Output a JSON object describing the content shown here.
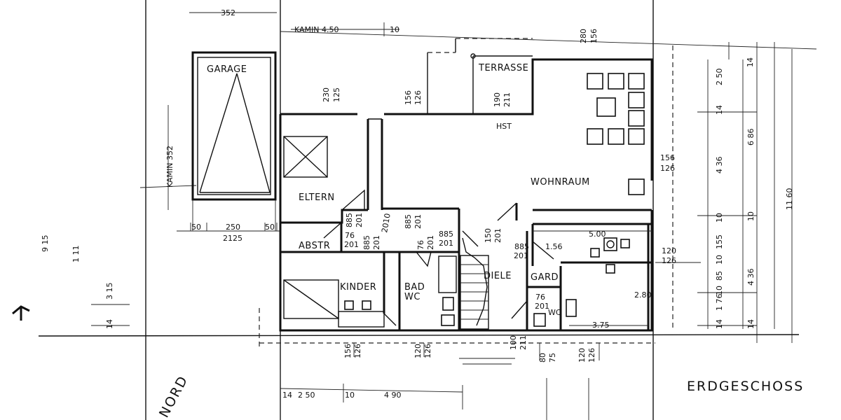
{
  "plan": {
    "title": "ERDGESCHOSS",
    "north": "NORD",
    "rooms": {
      "garage": "GARAGE",
      "terrasse": "TERRASSE",
      "eltern": "ELTERN",
      "wohnraum": "WOHNRAUM",
      "abstr": "ABSTR",
      "kinder": "KINDER",
      "bad": "BAD",
      "wc": "WC",
      "diele": "DIELE",
      "gard": "GARD",
      "wc2": "WC",
      "hst": "HST"
    },
    "dims_top": {
      "kamin": "KAMIN 4.50",
      "d352": "352",
      "d10": "10",
      "d280": "280",
      "d156a": "156",
      "d230": "230",
      "d125": "125",
      "d156b": "156",
      "d126a": "126",
      "d190": "190",
      "d211": "211"
    },
    "dims_garage": {
      "d50a": "50",
      "d250": "250",
      "d50b": "50",
      "d2125": "2125",
      "kamin_side": "KAMIN 352"
    },
    "dims_doors": {
      "d885a": "885",
      "d201a": "201",
      "d885b": "885",
      "d201b": "201",
      "d76a": "76",
      "d201c": "201",
      "d885c": "885",
      "d201d": "201",
      "d76b": "76",
      "d201e": "201",
      "d885d": "885",
      "d201f": "201",
      "d150": "150",
      "d201g": "201",
      "d885e": "885",
      "d201h": "201",
      "d76c": "76",
      "d201i": "201",
      "d156w": "156",
      "d126w": "126",
      "d120e": "120",
      "d126e": "126",
      "d500": "5.00",
      "d156k": "1.56",
      "d280k": "2.80",
      "d375": "3.75",
      "d2010": "2010"
    },
    "dims_bottom": {
      "b156": "156",
      "b126": "126",
      "b120": "120",
      "b126b": "126",
      "b100": "100",
      "b211": "211",
      "b80": "80",
      "b75": "75",
      "b120c": "120",
      "b126c": "126",
      "b14": "14",
      "b250": "2 50",
      "b10": "10",
      "b490": "4 90"
    },
    "dims_right": {
      "r14a": "14",
      "r250": "2 50",
      "r14b": "14",
      "r436a": "4 36",
      "r10a": "10",
      "r10b": "10",
      "r155": "155",
      "r10c": "10",
      "r85": "85",
      "r176": "1 76",
      "r10d": "10",
      "r14c": "14",
      "r686": "6 86",
      "r1160": "11 60",
      "r10e": "10",
      "r436b": "4 36",
      "r14d": "14"
    },
    "dims_left": {
      "l1": "9 15",
      "l2": "1 11",
      "l3": "3 15",
      "l4": "14"
    }
  }
}
